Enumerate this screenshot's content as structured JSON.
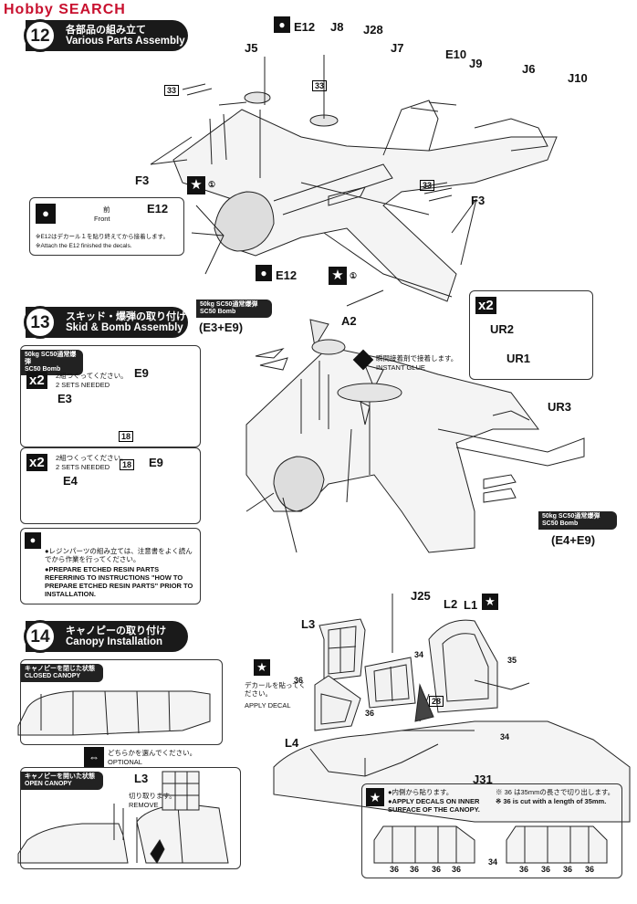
{
  "watermark": {
    "left": "Hobby",
    "right": "SEARCH"
  },
  "step12": {
    "num": "12",
    "jp": "各部品の組み立て",
    "en": "Various Parts Assembly"
  },
  "step13": {
    "num": "13",
    "jp": "スキッド・爆弾の取り付け",
    "en": "Skid & Bomb Assembly"
  },
  "step14": {
    "num": "14",
    "jp": "キャノピーの取り付け",
    "en": "Canopy Installation"
  },
  "parts12": {
    "e12a": "E12",
    "j8": "J8",
    "j28": "J28",
    "j5": "J5",
    "j7": "J7",
    "e10": "E10",
    "j9": "J9",
    "j6": "J6",
    "j10": "J10",
    "f3a": "F3",
    "f3b": "F3",
    "e12b": "E12",
    "a2": "A2",
    "n33a": "33",
    "n33b": "33",
    "n33c": "33",
    "d1a": "①",
    "d1b": "①"
  },
  "e12note": {
    "part": "E12",
    "front_jp": "前",
    "front_en": "Front",
    "jp": "※E12はデカール１を貼り終えてから接着します。",
    "en": "※Attach the E12 finished the decals."
  },
  "step13parts": {
    "tag1_jp": "50kg SC50通常爆弾",
    "tag1_en": "SC50 Bomb",
    "combo1": "(E3+E9)",
    "x2a": "x2",
    "sets_jp_a": "2組つくってください。",
    "sets_en_a": "2 SETS NEEDED",
    "e9a": "E9",
    "e3": "E3",
    "n18a": "18",
    "x2b": "x2",
    "sets_jp_b": "2組つくってください。",
    "sets_en_b": "2 SETS NEEDED",
    "e9b": "E9",
    "e4": "E4",
    "n18b": "18",
    "glue_jp": "瞬間接着剤で接着します。",
    "glue_en": "INSTANT GLUE",
    "ur_x2": "x2",
    "ur2": "UR2",
    "ur1": "UR1",
    "ur3": "UR3",
    "tag2_jp": "50kg SC50通常爆弾",
    "tag2_en": "SC50 Bomb",
    "combo2": "(E4+E9)"
  },
  "resin": {
    "jp": "●レジンパーツの組み立ては、注意書をよく読んでから作業を行ってください。",
    "en": "●PREPARE ETCHED RESIN PARTS REFERRING TO INSTRUCTIONS \"HOW TO PREPARE ETCHED RESIN PARTS\" PRIOR TO INSTALLATION."
  },
  "step14parts": {
    "l3": "L3",
    "j25": "J25",
    "l2": "L2",
    "l1": "L1",
    "decal_jp": "デカールを貼ってください。",
    "decal_en": "APPLY DECAL",
    "n36a": "36",
    "n34a": "34",
    "n35a": "35",
    "n36b": "36",
    "n28": "28",
    "n34b": "34",
    "l4": "L4",
    "j31": "J31"
  },
  "closed": {
    "jp": "キャノピーを閉じた状態",
    "en": "CLOSED CANOPY"
  },
  "optional": {
    "jp": "どちらかを選んでください。",
    "en": "OPTIONAL"
  },
  "open": {
    "jp": "キャノピーを開いた状態",
    "en": "OPEN CANOPY",
    "l3": "L3",
    "cut_jp": "切り取ります。",
    "cut_en": "REMOVE"
  },
  "inner": {
    "jp": "●内側から貼ります。",
    "en": "●APPLY DECALS ON INNER SURFACE OF THE CANOPY.",
    "cut_jp": "※ 36 は35mmの長さで切り出します。",
    "cut_en": "※ 36 is cut with a length of 35mm.",
    "n34": "34",
    "n36": [
      "36",
      "36",
      "36",
      "36",
      "36",
      "36",
      "36",
      "36"
    ]
  }
}
